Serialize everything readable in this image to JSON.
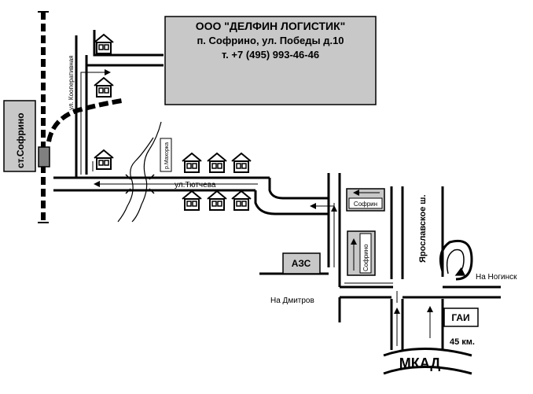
{
  "company": {
    "name": "ООО \"ДЕЛФИН ЛОГИСТИК\"",
    "address": "п. Софрино, ул. Победы д.10",
    "phone": "т. +7 (495) 993-46-46"
  },
  "labels": {
    "station": "ст.Софрино",
    "street_kooperativnaya": "ул. Кооперативная",
    "river": "р.Махорка",
    "street_tyutcheva": "ул.Тютчева",
    "gas_station": "АЗС",
    "sign_sofrino_h": "Софрин",
    "sign_sofrino_v": "Софрино",
    "highway": "Ярославское ш.",
    "to_noginsk": "На Ногинск",
    "to_dmitrov": "На Дмитров",
    "police": "ГАИ",
    "km": "45 км.",
    "ring_road": "МКАД"
  },
  "colors": {
    "company_box": "#c8c8c8",
    "station_box": "#c8c8c8",
    "station_block": "#808080",
    "sign_box": "#c8c8c8"
  },
  "icons": [
    "house-icon",
    "arrow-icon"
  ]
}
